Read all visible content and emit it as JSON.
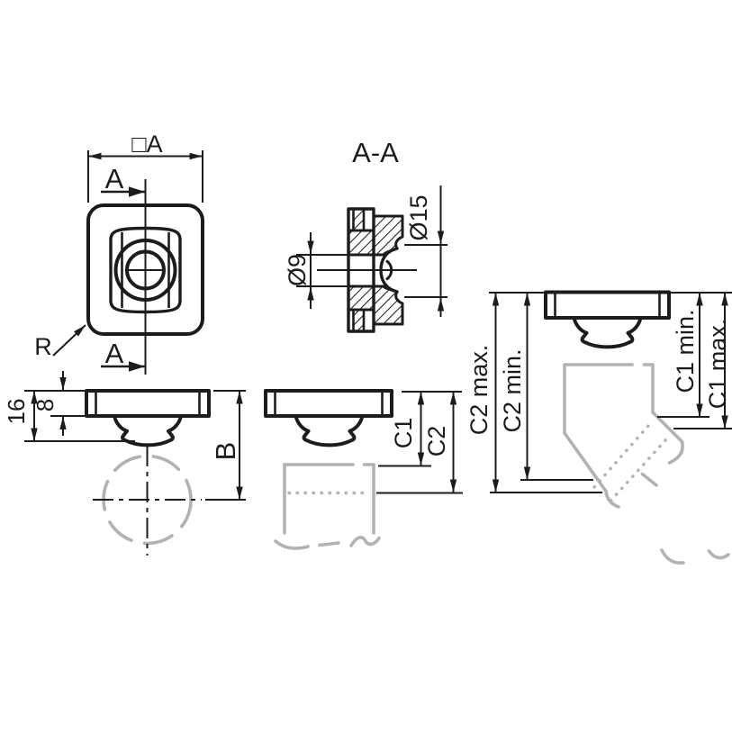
{
  "drawing": {
    "section_title": "A-A",
    "labels": {
      "dim_square_a": "□A",
      "section_arrow": "A",
      "radius": "R",
      "dia15": "Ø15",
      "dia9": "Ø9",
      "h16": "16",
      "h8": "8",
      "dim_b": "B",
      "c1": "C1",
      "c2": "C2",
      "c2max": "C2 max.",
      "c2min": "C2 min.",
      "c1min": "C1 min.",
      "c1max": "C1 max."
    },
    "colors": {
      "line": "#1c1c1c",
      "phantom": "#b2b2b2",
      "background": "#ffffff"
    }
  }
}
